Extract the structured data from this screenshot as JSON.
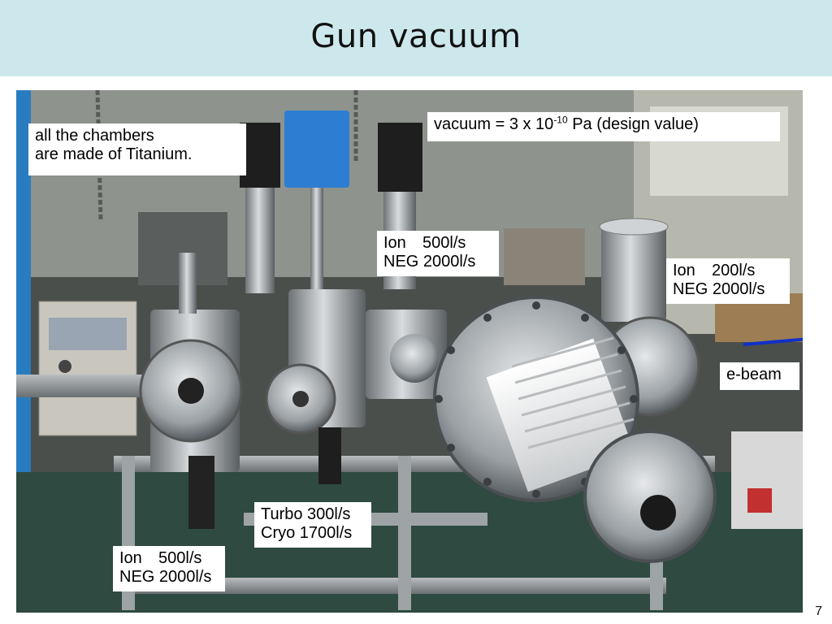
{
  "slide": {
    "title": "Gun vacuum",
    "page_number": "7"
  },
  "photo": {
    "labels": {
      "chambers_line1": "all the chambers",
      "chambers_line2": "are made of Titanium.",
      "vacuum_prefix": "vacuum = 3 x 10",
      "vacuum_exponent": "-10",
      "vacuum_suffix": " Pa (design value)",
      "pump_a_ion_label": "Ion",
      "pump_a_ion_value": "500l/s",
      "pump_a_neg": "NEG 2000l/s",
      "pump_b_ion_label": "Ion",
      "pump_b_ion_value": "200l/s",
      "pump_b_neg": "NEG 2000l/s",
      "ebeam": "e-beam",
      "turbo": "Turbo 300l/s",
      "cryo": "Cryo 1700l/s",
      "pump_c_ion_label": "Ion",
      "pump_c_ion_value": "500l/s",
      "pump_c_neg": "NEG 2000l/s"
    },
    "colors": {
      "title_band": "#cde8ec",
      "beam_arrow": "#1030c8"
    }
  }
}
